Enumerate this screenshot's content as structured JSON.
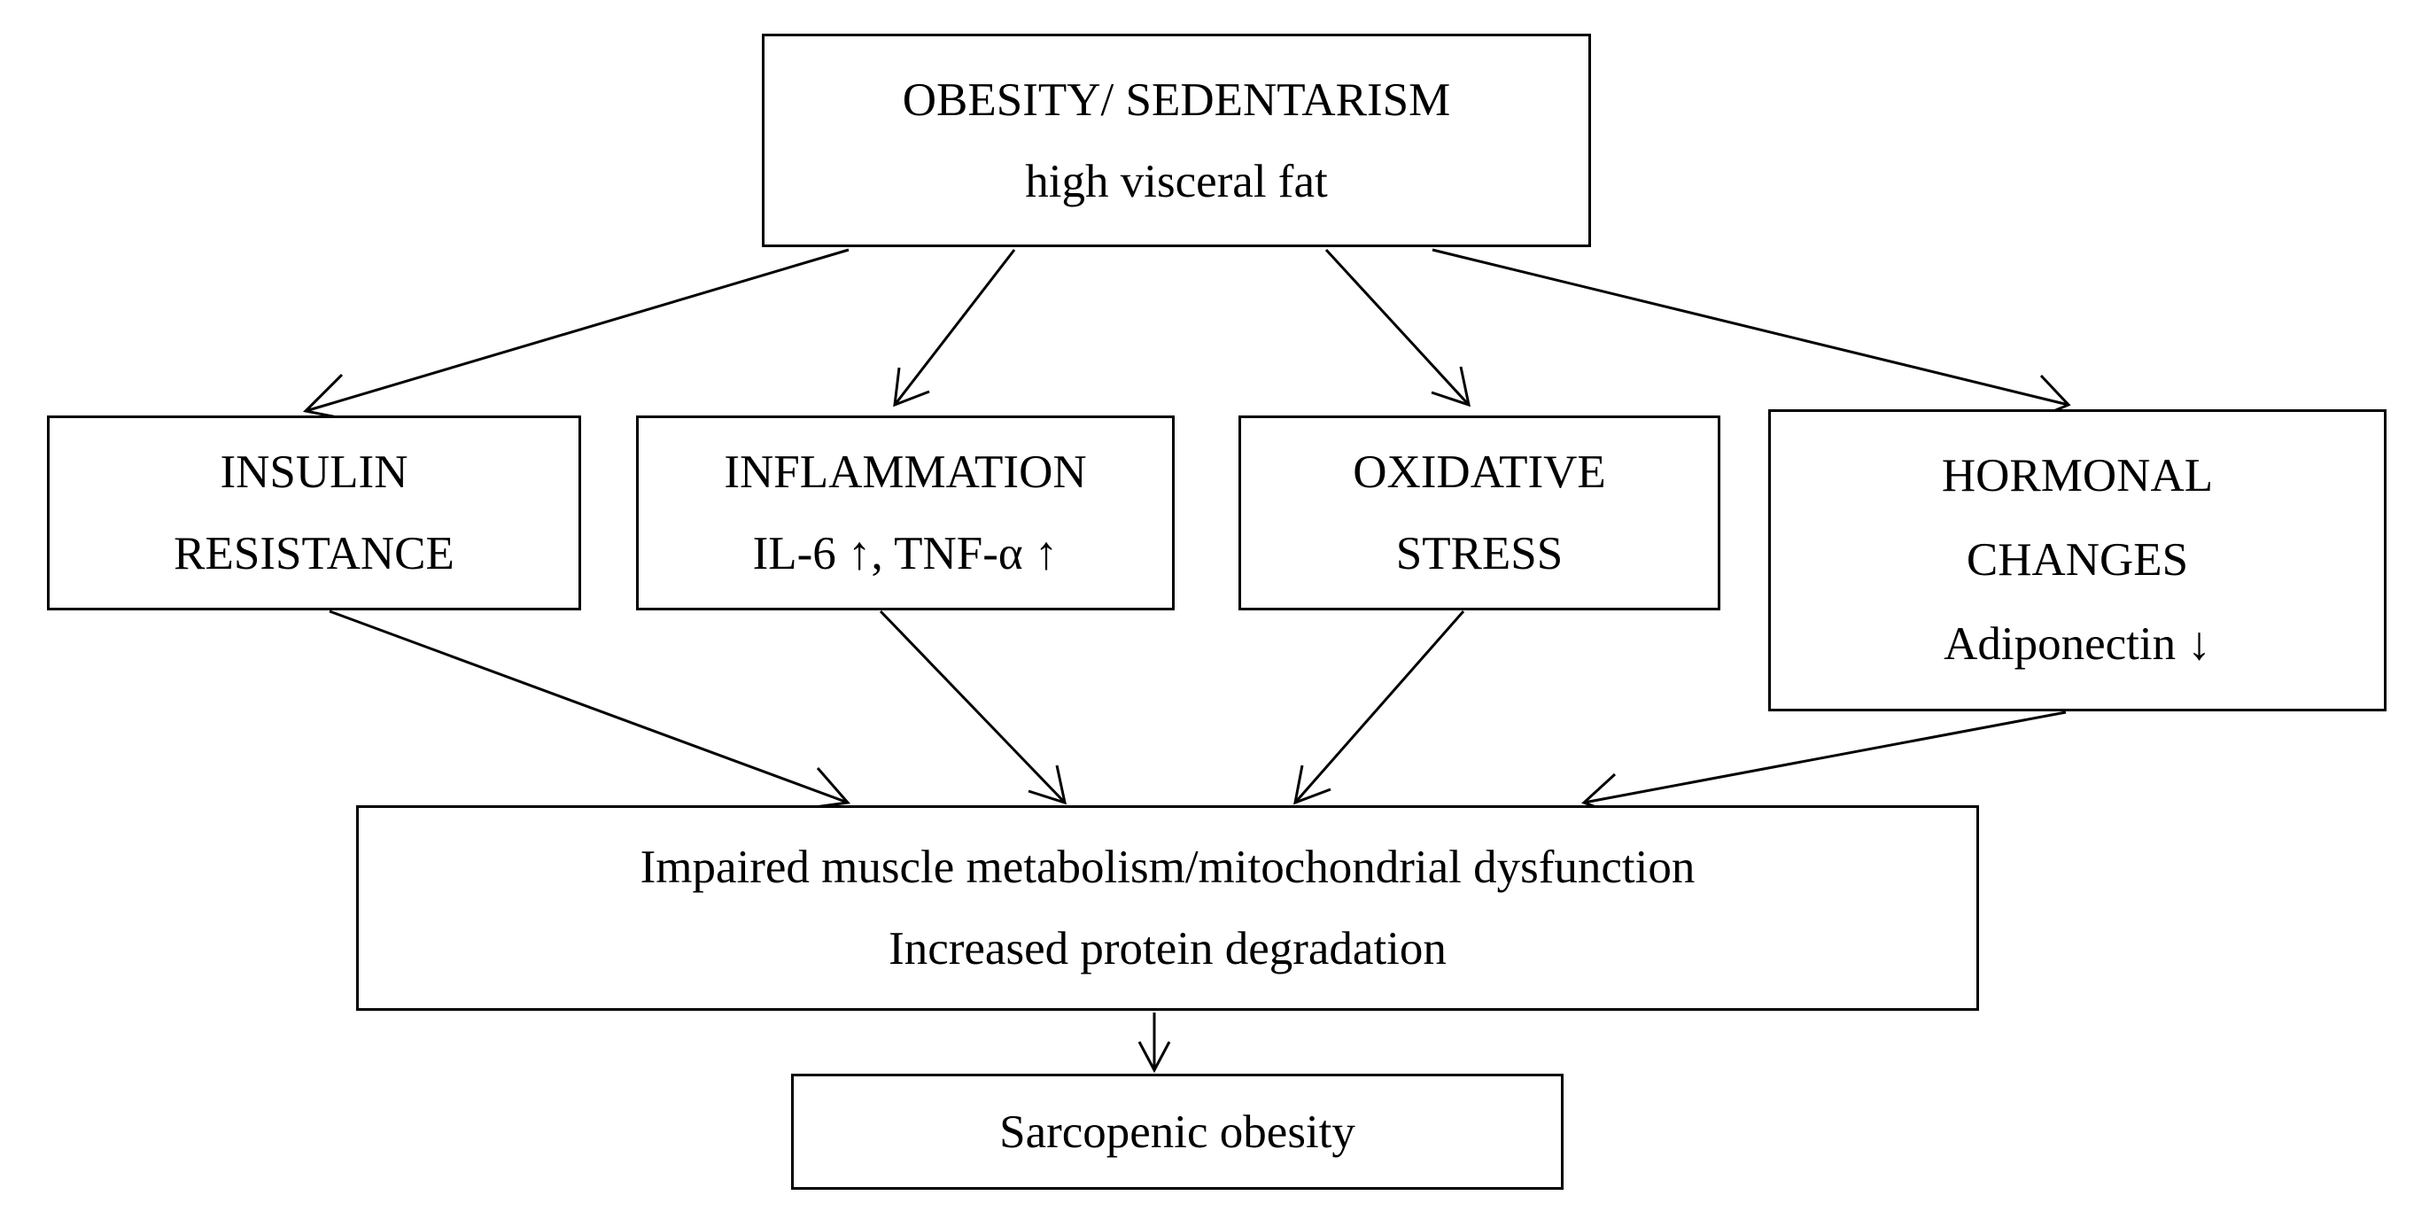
{
  "diagram": {
    "top_box": {
      "line1": "OBESITY/ SEDENTARISM",
      "line2": "high visceral fat"
    },
    "insulin_box": {
      "line1": "INSULIN",
      "line2": "RESISTANCE"
    },
    "inflammation_box": {
      "line1": "INFLAMMATION",
      "line2": "IL-6 ↑, TNF-α ↑"
    },
    "oxidative_box": {
      "line1": "OXIDATIVE",
      "line2": "STRESS"
    },
    "hormonal_box": {
      "line1": "HORMONAL",
      "line2": "CHANGES",
      "line3": "Adiponectin ↓"
    },
    "impaired_box": {
      "line1": "Impaired muscle metabolism/mitochondrial dysfunction",
      "line2": "Increased protein degradation"
    },
    "outcome_box": {
      "line1": "Sarcopenic obesity"
    }
  }
}
